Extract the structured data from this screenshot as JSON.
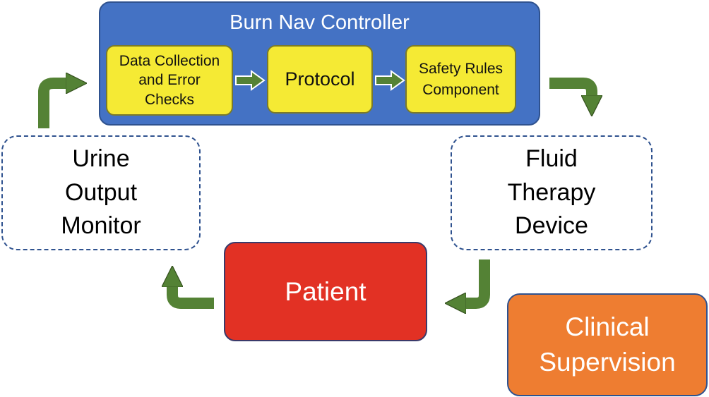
{
  "controller": {
    "title": "Burn Nav Controller",
    "components": {
      "data_collection": "Data Collection\nand Error\nChecks",
      "protocol": "Protocol",
      "safety_rules": "Safety Rules\nComponent"
    }
  },
  "nodes": {
    "urine_output_monitor": "Urine\nOutput\nMonitor",
    "fluid_therapy_device": "Fluid\nTherapy\nDevice",
    "patient": "Patient",
    "clinical_supervision": "Clinical\nSupervision"
  },
  "colors": {
    "controller_fill": "#4472c4",
    "component_fill": "#f5ea34",
    "patient_fill": "#e23124",
    "supervision_fill": "#ee7d31",
    "arrow_fill": "#548235"
  }
}
